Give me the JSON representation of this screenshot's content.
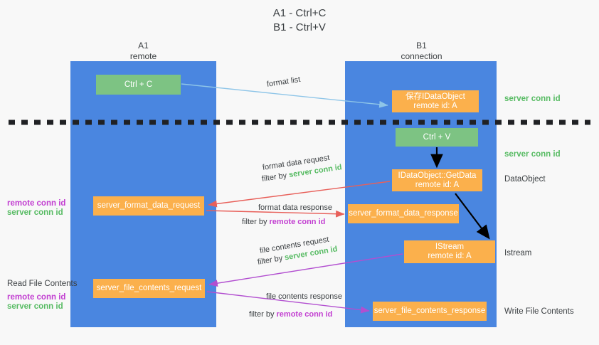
{
  "title": {
    "line1": "A1 - Ctrl+C",
    "line2": "B1 - Ctrl+V"
  },
  "columns": {
    "a": {
      "name": "A1",
      "sub": "remote"
    },
    "b": {
      "name": "B1",
      "sub": "connection"
    }
  },
  "boxes": {
    "ctrl_c": "Ctrl + C",
    "ctrl_v": "Ctrl + V",
    "idataobject_line1": "保存IDataObject",
    "idataobject_line2": "remote id: A",
    "getdata_line1": "IDataObject::GetData",
    "getdata_line2": "remote id: A",
    "istream_line1": "IStream",
    "istream_line2": "remote id: A",
    "server_format_data_request": "server_format_data_request",
    "server_format_data_response": "server_format_data_response",
    "server_file_contents_request": "server_file_contents_request",
    "server_file_contents_response": "server_file_contents_response"
  },
  "right_labels": {
    "server_conn_id_top": "server conn id",
    "server_conn_id_mid": "server conn id",
    "dataobject": "DataObject",
    "istream": "Istream",
    "write_file_contents": "Write File Contents"
  },
  "left_labels": {
    "remote_conn_id_1": "remote conn id",
    "server_conn_id_1": "server conn id",
    "read_file_contents": "Read File Contents",
    "remote_conn_id_2": "remote conn id",
    "server_conn_id_2": "server conn id"
  },
  "edges": {
    "format_list": "format list",
    "format_data_request": "format data request",
    "filter_by": "filter by ",
    "filter_server_conn_id": "server conn id",
    "format_data_response": "format data response",
    "filter_remote_conn_id": "remote conn id",
    "file_contents_request": "file contents request",
    "file_contents_response": "file contents response"
  },
  "colors": {
    "column_blue": "#4a86e0",
    "box_orange": "#fbb04c",
    "box_green": "#7dc383",
    "green_text": "#57bb63",
    "purple_text": "#c23fd1",
    "arrow_lightblue": "#8ec5e8",
    "arrow_red": "#e8605a",
    "arrow_purple": "#b24fd0",
    "arrow_black": "#000000",
    "divider_black": "#202124"
  }
}
